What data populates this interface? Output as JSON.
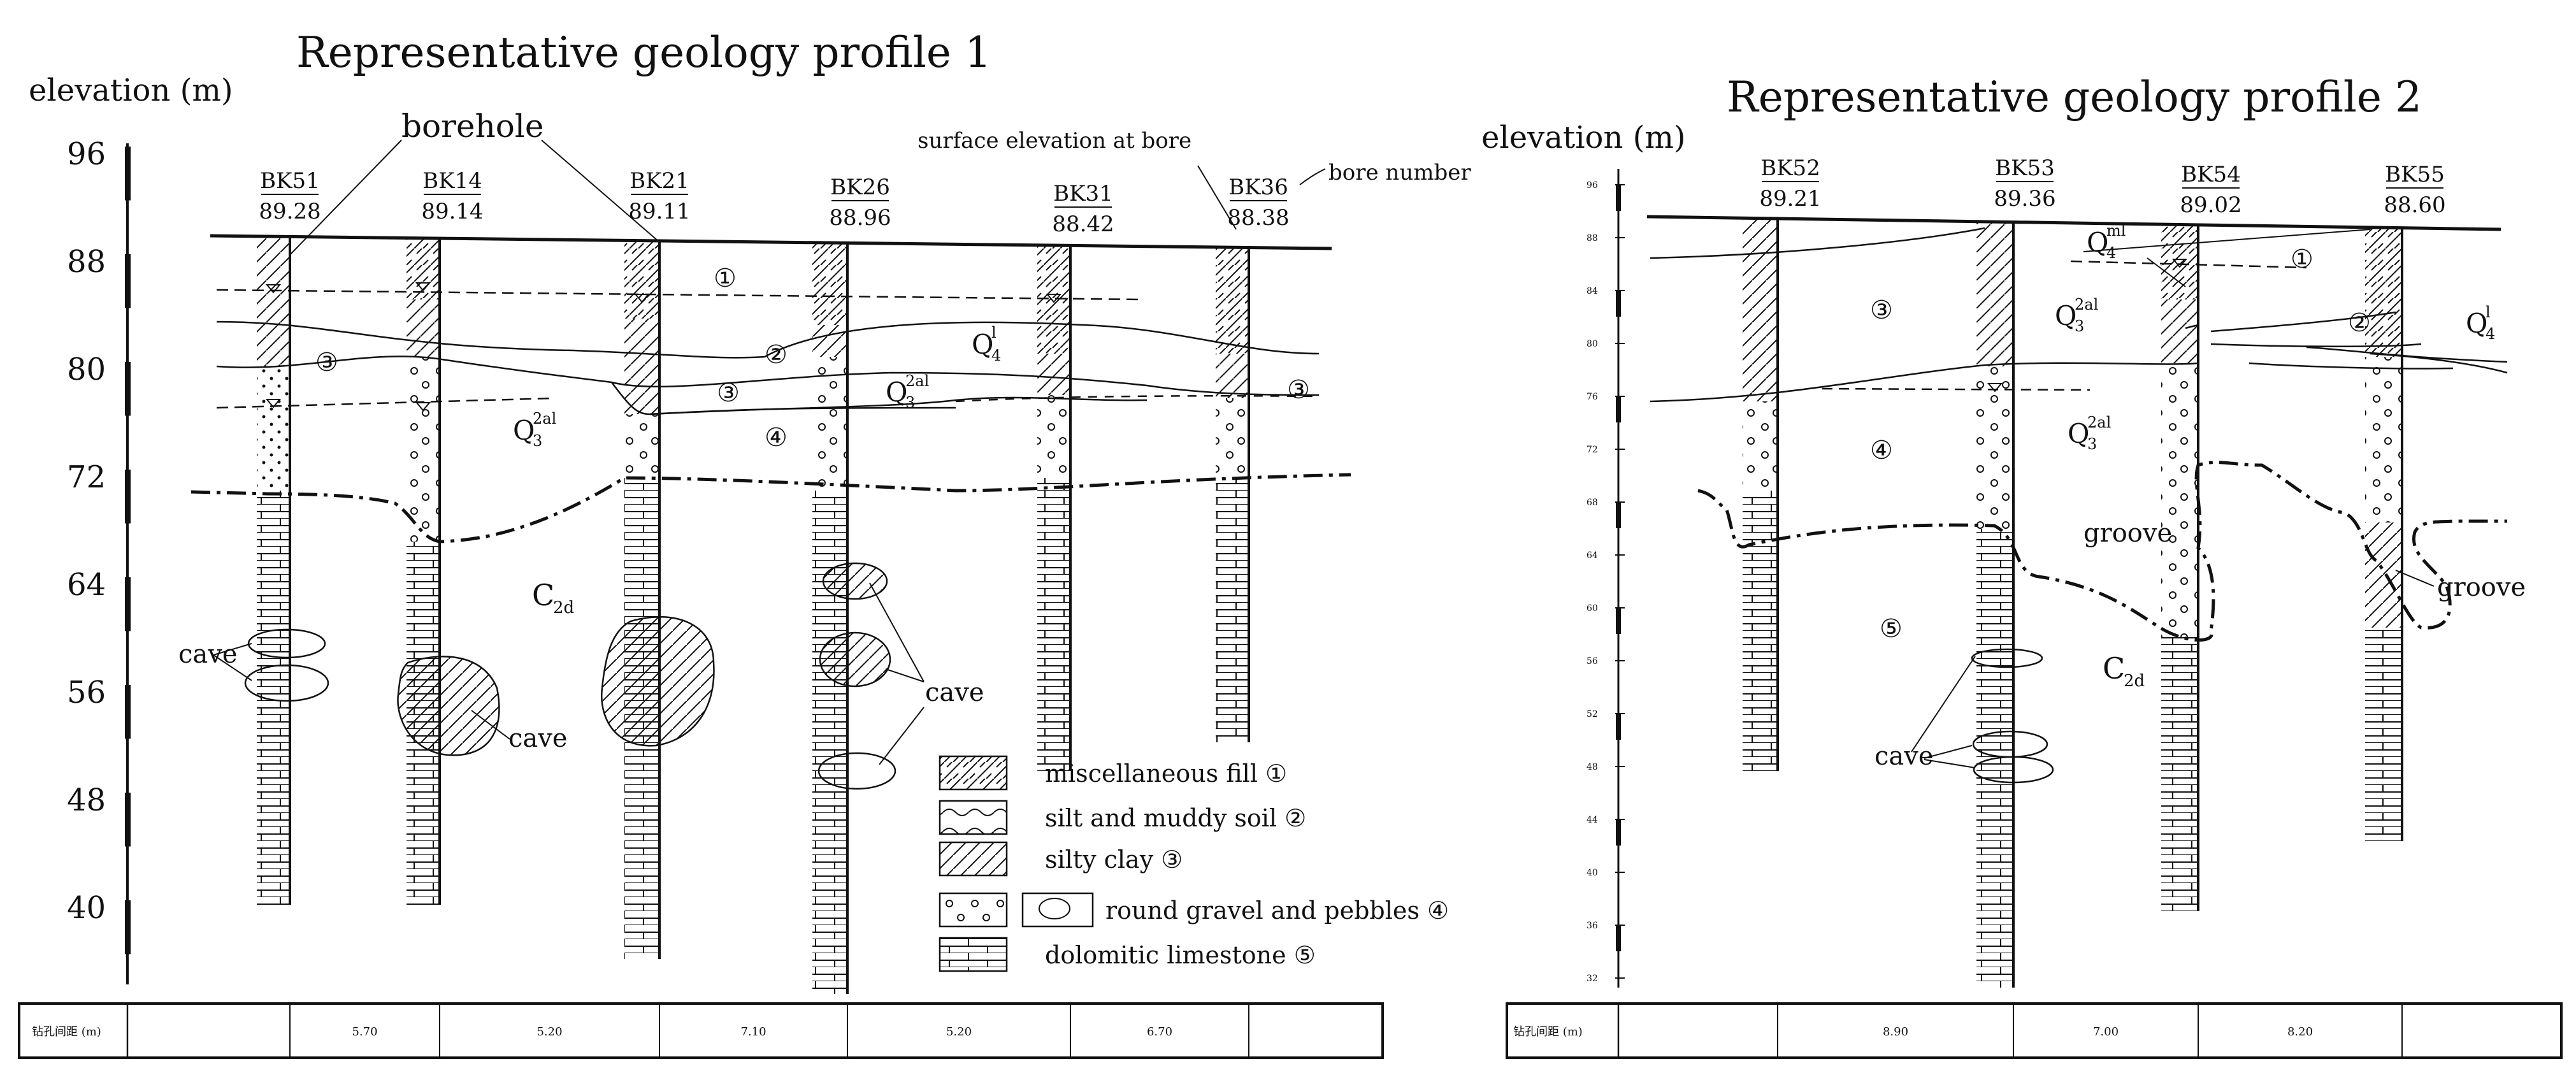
{
  "profile1": {
    "title": "Representative geology profile 1",
    "axis_label": "elevation (m)",
    "ticks": [
      "96",
      "88",
      "80",
      "72",
      "64",
      "56",
      "48",
      "40"
    ],
    "boreholes": [
      {
        "name": "BK51",
        "elev": "89.28"
      },
      {
        "name": "BK14",
        "elev": "89.14"
      },
      {
        "name": "BK21",
        "elev": "89.11"
      },
      {
        "name": "BK26",
        "elev": "88.96"
      },
      {
        "name": "BK31",
        "elev": "88.42"
      },
      {
        "name": "BK36",
        "elev": "88.38"
      }
    ],
    "annotations": {
      "borehole": "borehole",
      "surface_elevation": "surface elevation at bore",
      "bore_number": "bore number",
      "cave": "cave",
      "c2d": "C",
      "c2d_sub": "2d",
      "q4": "Q",
      "q4_sup": "l",
      "q4_sub": "4",
      "q3": "Q",
      "q3_sup": "2al",
      "q3_sub": "3",
      "circ1": "①",
      "circ2": "②",
      "circ3": "③",
      "circ4": "④"
    },
    "table": {
      "label": "钻孔间距 (m)",
      "spacings": [
        "5.70",
        "5.20",
        "7.10",
        "5.20",
        "6.70"
      ]
    }
  },
  "profile2": {
    "title": "Representative geology profile 2",
    "axis_label": "elevation (m)",
    "ticks": [
      "96",
      "88",
      "84",
      "80",
      "76",
      "72",
      "68",
      "64",
      "60",
      "56",
      "52",
      "48",
      "44",
      "40",
      "36",
      "32"
    ],
    "boreholes": [
      {
        "name": "BK52",
        "elev": "89.21"
      },
      {
        "name": "BK53",
        "elev": "89.36"
      },
      {
        "name": "BK54",
        "elev": "89.02"
      },
      {
        "name": "BK55",
        "elev": "88.60"
      }
    ],
    "annotations": {
      "groove": "groove",
      "cave": "cave",
      "c2d": "C",
      "c2d_sub": "2d",
      "q4a": "Q",
      "q4a_sup": "ml",
      "q4a_sub": "4",
      "q3": "Q",
      "q3_sup": "2al",
      "q3_sub": "3",
      "q4b": "Q",
      "q4b_sup": "l",
      "q4b_sub": "4",
      "circ1": "①",
      "circ2": "②",
      "circ3": "③",
      "circ4": "④",
      "circ5": "⑤"
    },
    "table": {
      "label": "钻孔间距 (m)",
      "spacings": [
        "8.90",
        "7.00",
        "8.20"
      ]
    }
  },
  "legend": [
    {
      "label": "miscellaneous fill ①",
      "pattern": "cross"
    },
    {
      "label": "silt and muddy soil ②",
      "pattern": "wave"
    },
    {
      "label": "silty clay ③",
      "pattern": "hatch"
    },
    {
      "label": "round gravel and pebbles ④",
      "pattern": "gravel"
    },
    {
      "label": "dolomitic limestone ⑤",
      "pattern": "brick"
    }
  ],
  "colors": {
    "ink": "#111111",
    "background": "#ffffff"
  }
}
